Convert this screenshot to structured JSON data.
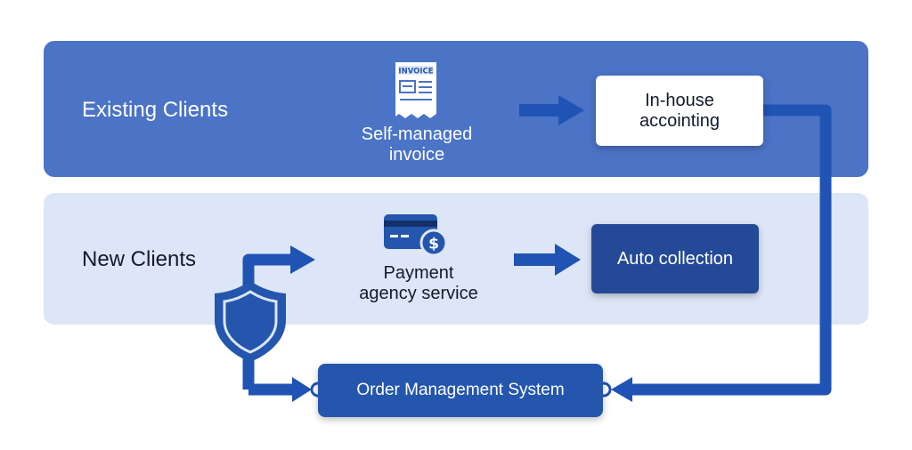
{
  "lanes": {
    "existing": {
      "label": "Existing Clients"
    },
    "new": {
      "label": "New Clients"
    }
  },
  "nodes": {
    "self_managed_invoice": {
      "icon": "invoice-icon",
      "icon_text": "INVOICE",
      "caption_line1": "Self-managed",
      "caption_line2": "invoice"
    },
    "in_house_accounting": {
      "line1": "In-house",
      "line2": "accointing"
    },
    "payment_agency_service": {
      "icon": "credit-card-dollar-icon",
      "caption_line1": "Payment",
      "caption_line2": "agency service"
    },
    "auto_collection": {
      "label": "Auto collection"
    },
    "order_management_system": {
      "label": "Order Management System"
    },
    "shield": {
      "icon": "shield-icon"
    }
  },
  "colors": {
    "existing_band": "#4b73c6",
    "new_band": "#dce6f6",
    "arrow": "#1f53b4",
    "dark_box": "#244a97",
    "oms_box": "#2456ae"
  }
}
